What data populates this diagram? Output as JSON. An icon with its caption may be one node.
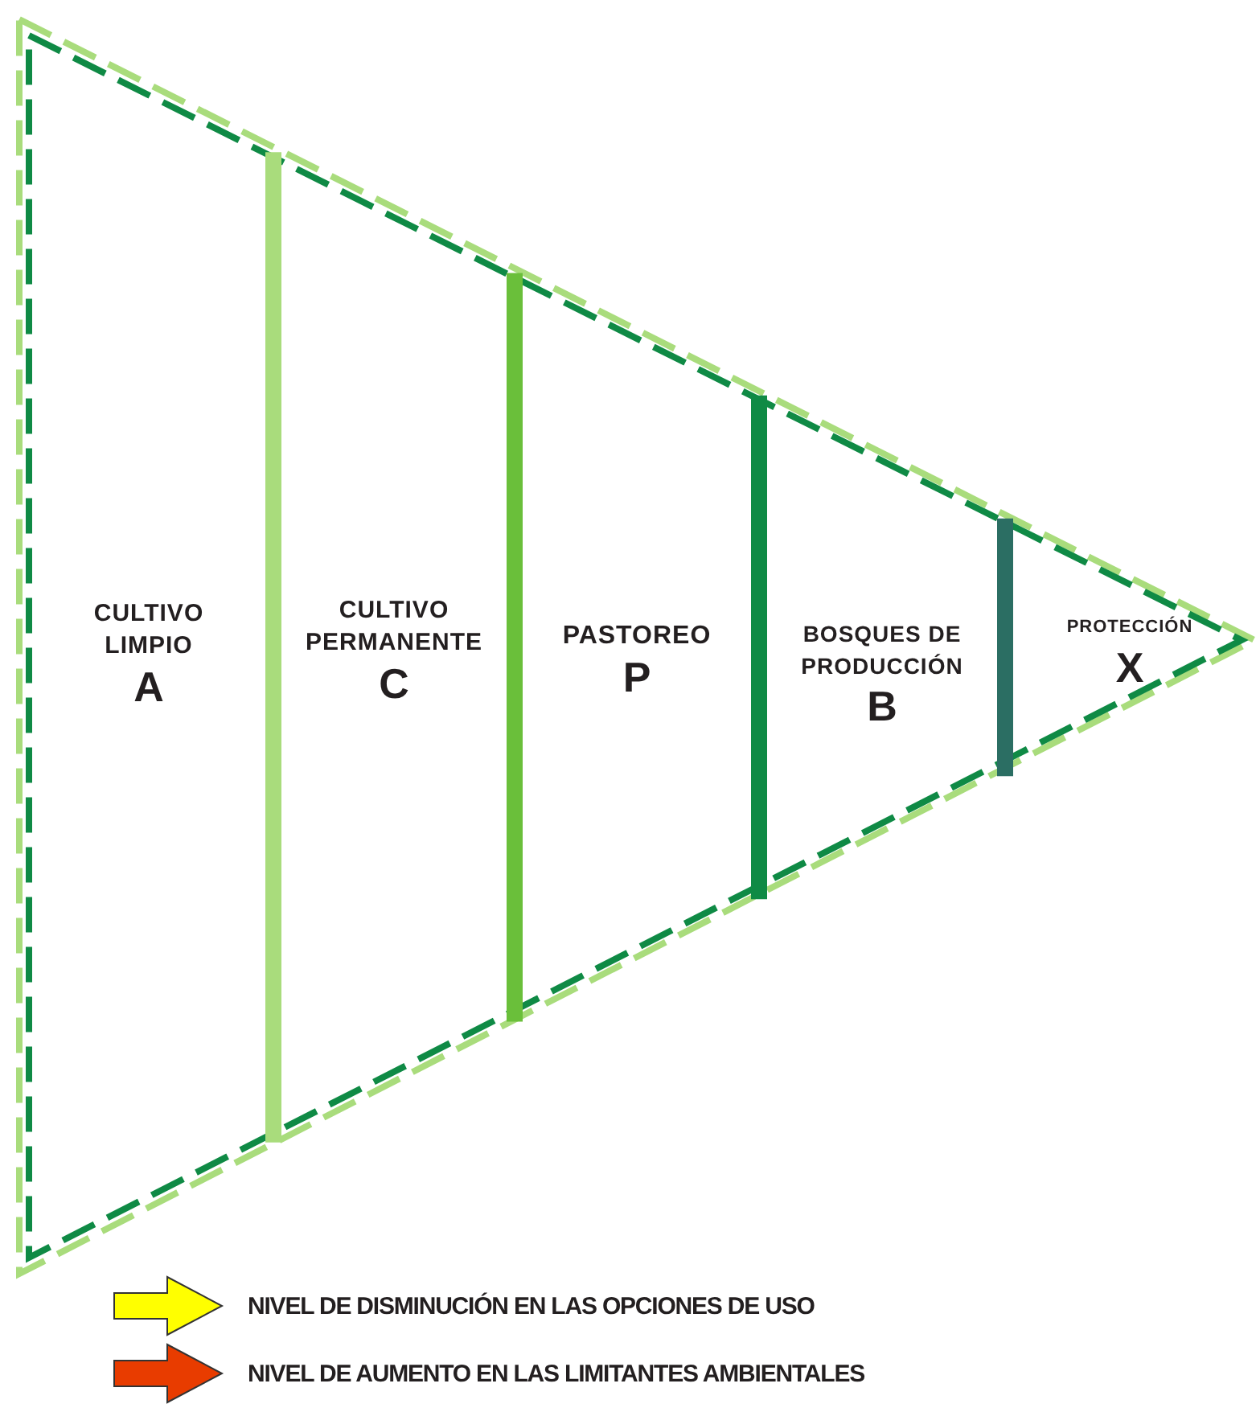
{
  "diagram": {
    "nodes": [
      {
        "text": [
          "CULTIVO LIMPIO",
          "A"
        ]
      },
      {
        "text": [
          "CULTIVO PERMANENTE",
          "C"
        ]
      },
      {
        "text": [
          "PASTOREO",
          "P"
        ]
      },
      {
        "text": [
          "BOSQUES DE PRODUCCIÓN",
          "B"
        ]
      },
      {
        "text": [
          "PROTECCIÓN",
          "X"
        ]
      }
    ],
    "edges": [],
    "legend": [
      {
        "text": "NIVEL DE DISMINUCIÓN EN LAS OPCIONES DE USO",
        "color": "#ffff00"
      },
      {
        "text": "NIVEL DE AUMENTO EN LAS LIMITANTES AMBIENTALES",
        "color": "#e83c00"
      }
    ]
  }
}
